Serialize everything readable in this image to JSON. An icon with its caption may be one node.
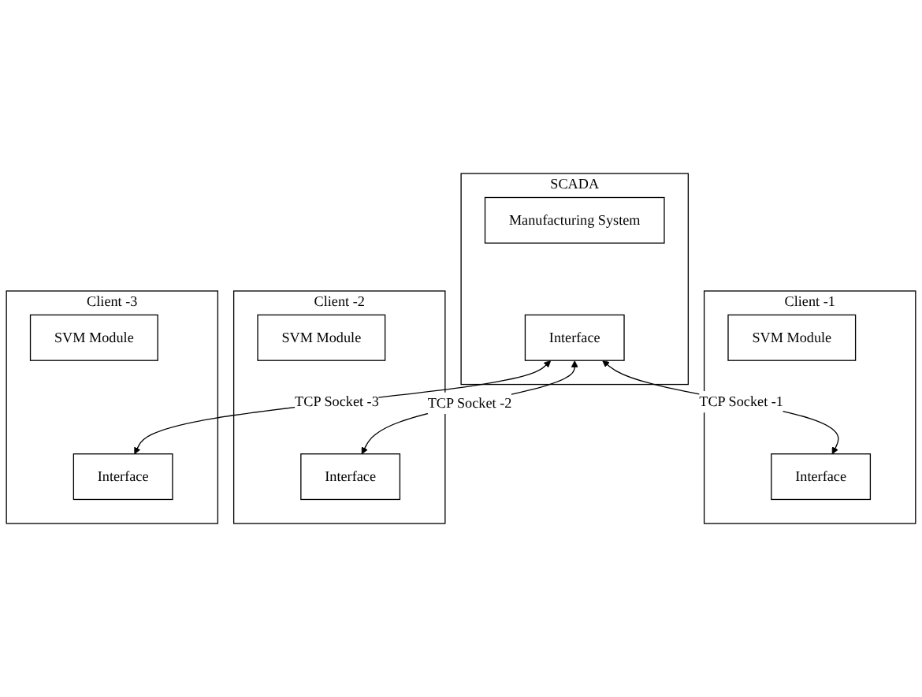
{
  "diagram": {
    "nodes": [
      {
        "text": [
          "SCADA"
        ]
      },
      {
        "text": [
          "Manufacturing System"
        ],
        "in": 0
      },
      {
        "text": [
          "Interface"
        ],
        "in": 0
      },
      {
        "text": [
          "Client -1"
        ]
      },
      {
        "text": [
          "SVM Module"
        ],
        "in": 3
      },
      {
        "text": [
          "Interface"
        ],
        "in": 3
      },
      {
        "text": [
          "Client -2"
        ]
      },
      {
        "text": [
          "SVM Module"
        ],
        "in": 6
      },
      {
        "text": [
          "Interface"
        ],
        "in": 6
      },
      {
        "text": [
          "Client -3"
        ]
      },
      {
        "text": [
          "SVM Module"
        ],
        "in": 9
      },
      {
        "text": [
          "Interface"
        ],
        "in": 9
      }
    ],
    "edges": [
      {
        "from": 2,
        "to": 5,
        "arrow": "both",
        "label": "TCP Socket -1"
      },
      {
        "from": 2,
        "to": 8,
        "arrow": "both",
        "label": "TCP Socket -2"
      },
      {
        "from": 2,
        "to": 11,
        "arrow": "both",
        "label": "TCP Socket -3"
      }
    ]
  }
}
